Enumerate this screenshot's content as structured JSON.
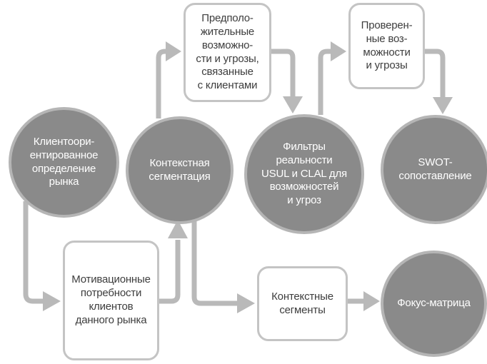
{
  "diagram": {
    "nodes": {
      "client_oriented_market_definition": {
        "label": "Клиентоори-\nентированное\nопределение\nрынка",
        "shape": "circle"
      },
      "contextual_segmentation": {
        "label": "Контекстная\nсегментация",
        "shape": "circle"
      },
      "reality_filters": {
        "label": "Фильтры\nреальности\nUSUL и CLAL для\nвозможностей\nи угроз",
        "shape": "circle"
      },
      "swot_comparison": {
        "label": "SWOT-\nсопоставление",
        "shape": "circle"
      },
      "focus_matrix": {
        "label": "Фокус-матрица",
        "shape": "circle"
      },
      "hypothetical_opportunities_threats": {
        "label": "Предполо-\nжительные\nвозможно-\nсти и угрозы,\nсвязанные\nс клиентами",
        "shape": "rect"
      },
      "verified_opportunities_threats": {
        "label": "Проверен-\nные воз-\nможности\nи угрозы",
        "shape": "rect"
      },
      "motivational_client_needs": {
        "label": "Мотивационные\nпотребности\nклиентов\nданного рынка",
        "shape": "rect"
      },
      "contextual_segments": {
        "label": "Контекстные\nсегменты",
        "shape": "rect"
      }
    },
    "edges": [
      {
        "from": "client_oriented_market_definition",
        "to": "motivational_client_needs"
      },
      {
        "from": "motivational_client_needs",
        "to": "contextual_segmentation"
      },
      {
        "from": "contextual_segmentation",
        "to": "hypothetical_opportunities_threats"
      },
      {
        "from": "hypothetical_opportunities_threats",
        "to": "reality_filters"
      },
      {
        "from": "reality_filters",
        "to": "verified_opportunities_threats"
      },
      {
        "from": "verified_opportunities_threats",
        "to": "swot_comparison"
      },
      {
        "from": "contextual_segmentation",
        "to": "contextual_segments"
      },
      {
        "from": "contextual_segments",
        "to": "focus_matrix"
      }
    ]
  },
  "colors": {
    "background": "#ffffff",
    "circle_fill": "#8a8a8a",
    "circle_ring": "#b5b5b5",
    "circle_text": "#ffffff",
    "rect_fill": "#ffffff",
    "rect_border": "#c4c4c4",
    "rect_text": "#3d3d3d",
    "connector": "#b9b9b9"
  }
}
